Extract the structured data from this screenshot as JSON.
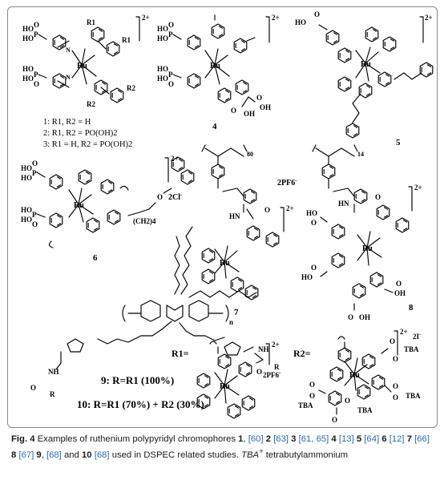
{
  "caption": {
    "fig_label": "Fig. 4",
    "text_1": "Examples of ruthenium polypyridyl chromophores",
    "c1": "1",
    "r1": "[60]",
    "c2": "2",
    "r2": "[63]",
    "c3": "3",
    "r3": "[61, 65]",
    "c4": "4",
    "r4": "[13]",
    "c5": "5",
    "r5": "[64]",
    "c6": "6",
    "r6": "[12]",
    "c7": "7",
    "r7": "[66]",
    "c8": "8",
    "r8": "[67]",
    "c9": "9",
    "r9": "[68]",
    "and": "and",
    "c10": "10",
    "r10": "[68]",
    "text_2": "used in DSPEC related studies.",
    "abbr": "TBA",
    "abbr_sup": "+",
    "abbr_def": "tetrabutylammonium"
  },
  "structures": {
    "s1": {
      "charge": "2+",
      "metal": "Ru",
      "n_atom": "N",
      "groups": [
        "HO",
        "HO",
        "P",
        "O",
        "HO",
        "HO",
        "P",
        "O"
      ],
      "substituents": [
        "R1",
        "R1",
        "R2",
        "R2"
      ],
      "legend_1": "1: R1, R2 = H",
      "legend_2": "2: R1, R2 = PO(OH)2",
      "legend_3": "3: R1 = H, R2 = PO(OH)2"
    },
    "s4": {
      "charge": "2+",
      "metal": "Ru",
      "label": "4",
      "groups": [
        "HO",
        "HO",
        "P",
        "O",
        "HO",
        "HO",
        "P",
        "O",
        "O",
        "OH",
        "O",
        "OH"
      ]
    },
    "s5": {
      "charge": "2+",
      "metal": "Ru",
      "label": "5",
      "groups": [
        "HO",
        "O"
      ]
    },
    "s6": {
      "charge": "2+",
      "metal": "Ru",
      "label": "6",
      "groups": [
        "HO",
        "HO",
        "P",
        "O",
        "HO",
        "HO",
        "P",
        "O",
        "O"
      ],
      "chain": "(CH2)4"
    },
    "s7": {
      "charge": "2+",
      "metal": "Ru",
      "label": "7",
      "counter_ion": "2Cl",
      "counter_sup": "-",
      "repeat": "80",
      "groups": [
        "O",
        "HN"
      ]
    },
    "s8": {
      "charge": "2+",
      "metal": "Ru",
      "label": "8",
      "counter_ion": "2PF6",
      "counter_sup": "-",
      "repeat": "14",
      "groups": [
        "O",
        "HN",
        "HO",
        "O",
        "HO",
        "O",
        "OH",
        "O",
        "O",
        "OH"
      ]
    },
    "s9": {
      "subscript": "n",
      "groups": [
        "NH",
        "O",
        "R",
        "NH",
        "O",
        "R"
      ],
      "legend_9": "9: R=R1 (100%)",
      "legend_10": "10: R=R1 (70%) + R2 (30%)"
    },
    "r1": {
      "label": "R1=",
      "charge": "2+",
      "metal": "Ru",
      "counter_ion": "2PF6",
      "counter_sup": "-"
    },
    "r2": {
      "label": "R2=",
      "charge": "2+",
      "counter_ion": "2I",
      "counter_sup": "-",
      "metal": "Ru",
      "groups": [
        "O",
        "O",
        "TBA",
        "O",
        "O",
        "TBA",
        "O",
        "O",
        "TBA",
        "O",
        "TBA",
        "O"
      ]
    }
  }
}
